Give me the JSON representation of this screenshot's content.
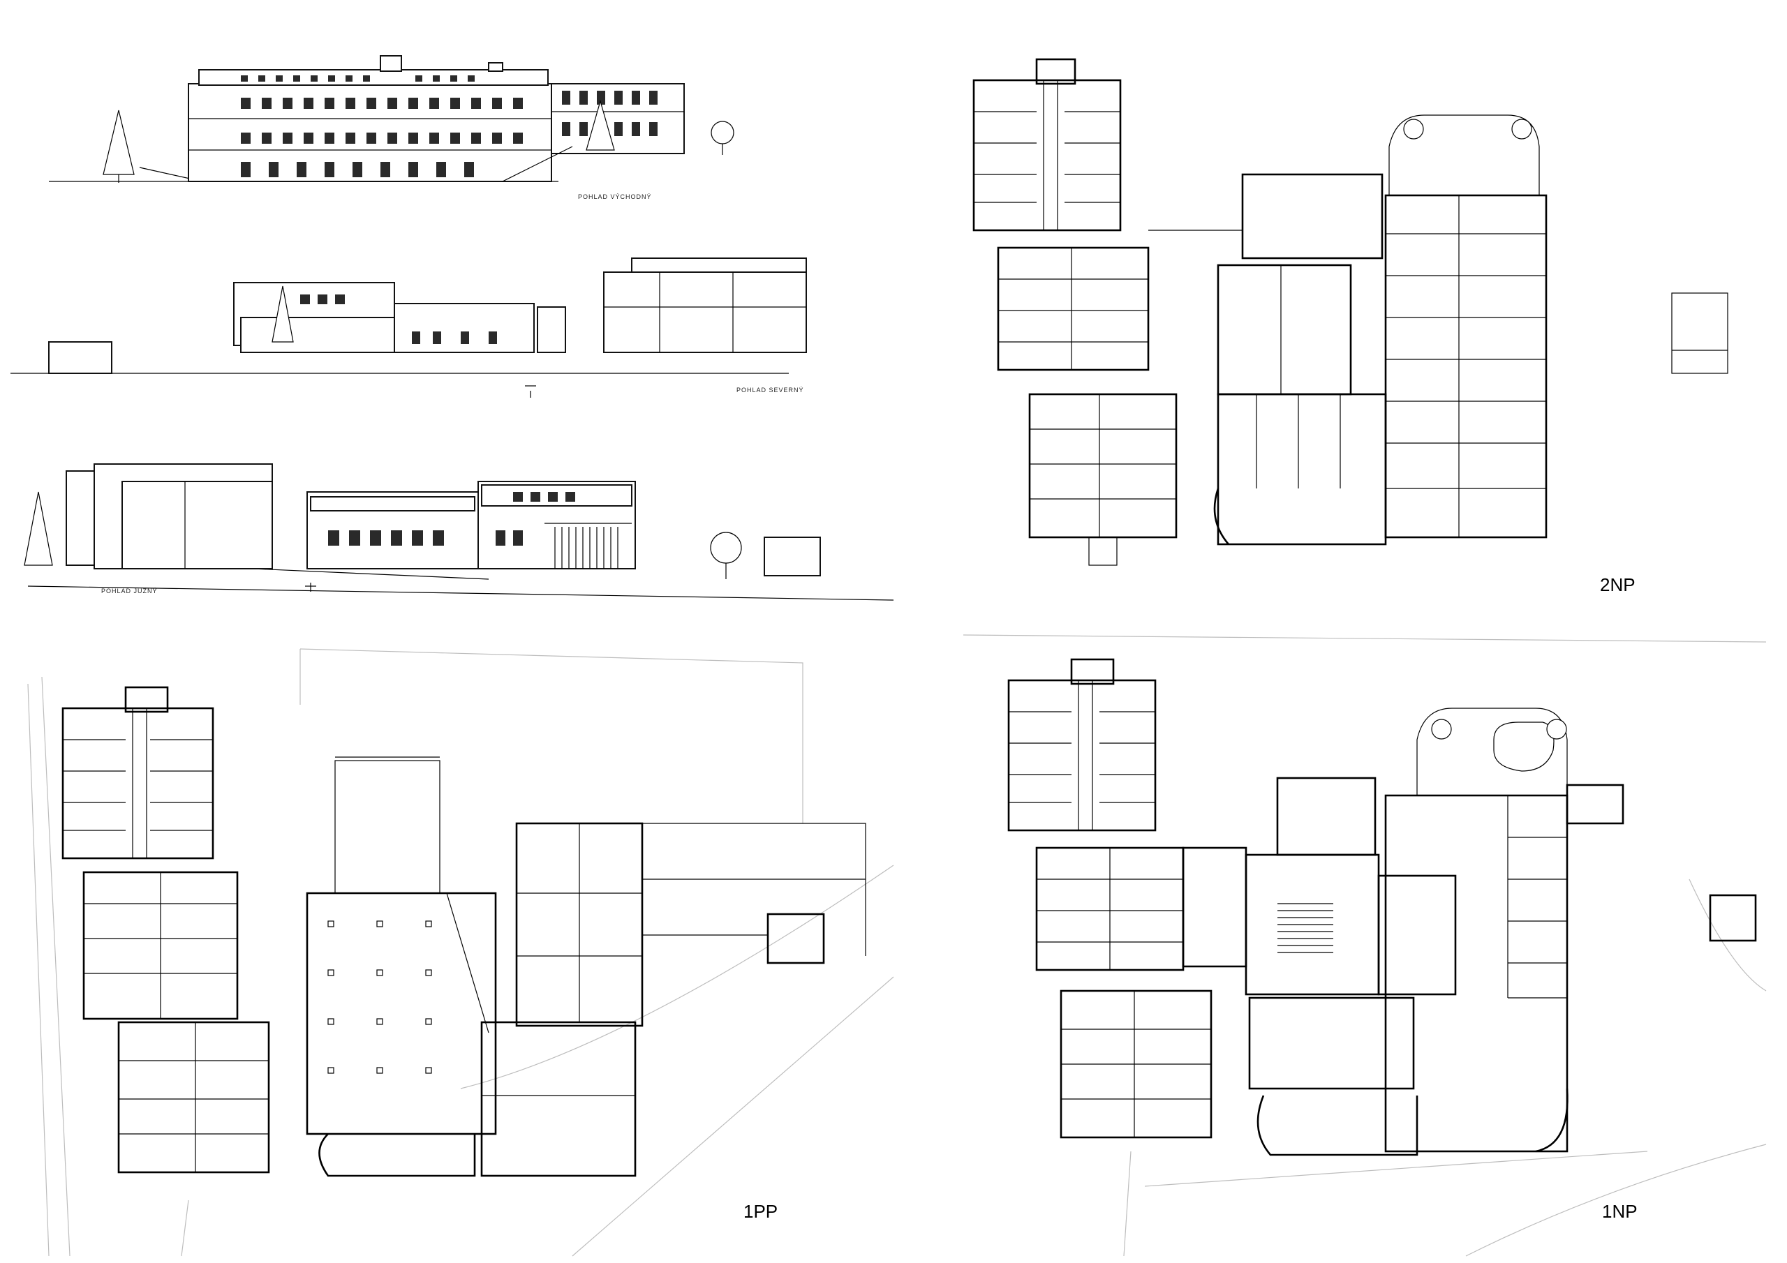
{
  "sheet": {
    "elevations": [
      {
        "id": "east",
        "label": "POHLAD VÝCHODNÝ"
      },
      {
        "id": "north",
        "label": "POHLAD SEVERNÝ"
      },
      {
        "id": "south",
        "label": "POHLAD JUŽNÝ"
      }
    ],
    "plans": [
      {
        "id": "2np",
        "label": "2NP"
      },
      {
        "id": "1pp",
        "label": "1PP"
      },
      {
        "id": "1np",
        "label": "1NP"
      }
    ],
    "colors": {
      "line": "#000000",
      "context": "#bdbdbd",
      "background": "#ffffff"
    }
  }
}
